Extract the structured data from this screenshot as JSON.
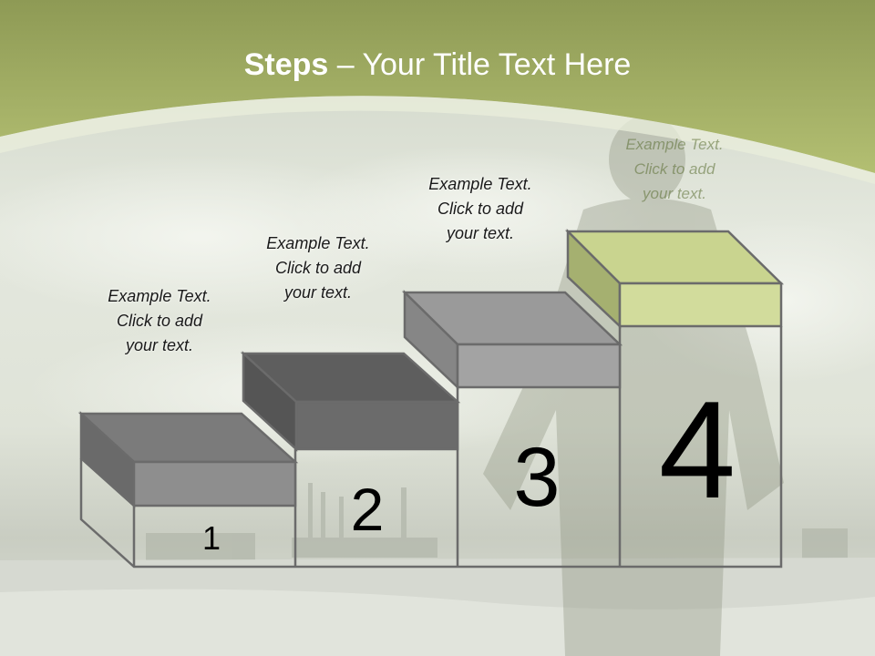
{
  "title": {
    "bold": "Steps",
    "dash": " – ",
    "rest": "Your Title Text Here"
  },
  "steps": [
    {
      "number": "1",
      "line1": "Example Text.",
      "line2": "Click  to add",
      "line3": "your text."
    },
    {
      "number": "2",
      "line1": "Example Text.",
      "line2": "Click  to add",
      "line3": "your text."
    },
    {
      "number": "3",
      "line1": "Example Text.",
      "line2": "Click  to add",
      "line3": "your text."
    },
    {
      "number": "4",
      "line1": "Example Text.",
      "line2": "Click  to add",
      "line3": "your text."
    }
  ],
  "colors": {
    "header_green": "#a9b66a",
    "accent_green": "#c9d48f",
    "box_gray": "#8a8a8a",
    "box_dark": "#616161",
    "outline": "#6b6b6b"
  }
}
